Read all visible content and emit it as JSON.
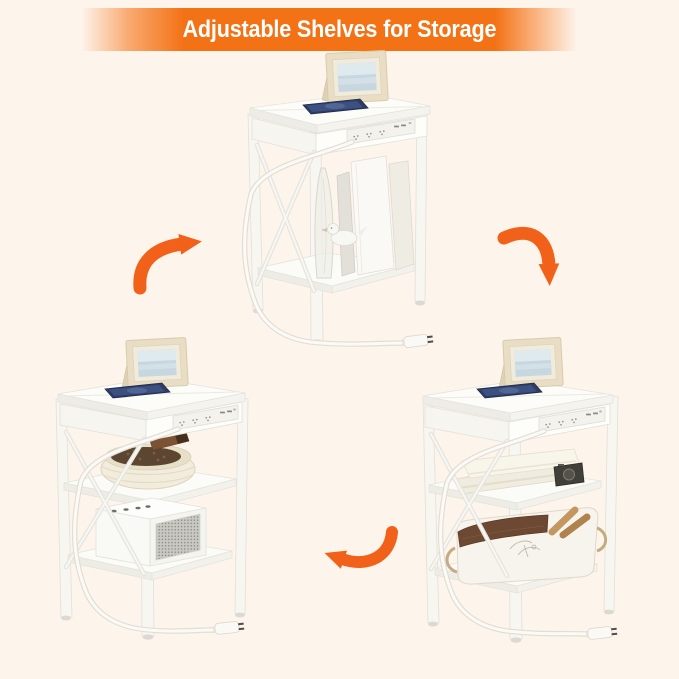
{
  "banner": {
    "text": "Adjustable Shelves for Storage"
  },
  "colors": {
    "background": "#FDF4EB",
    "banner_orange": "#F47216",
    "banner_text": "#FFFFFF",
    "arrow_orange": "#F2611A",
    "furniture_white": "#FCFCF9",
    "furniture_shade": "#EEECE6"
  },
  "arrows": [
    {
      "name": "arrow-curve-up-right",
      "position": "left-middle"
    },
    {
      "name": "arrow-curve-down",
      "position": "right-middle"
    },
    {
      "name": "arrow-curve-up-left",
      "position": "bottom-center"
    }
  ],
  "tables": {
    "top_center": {
      "tabletop_items": [
        "picture-frame",
        "smartphone"
      ],
      "front_panel": {
        "outlets": 3,
        "usb_ports": 2
      },
      "shelves": [
        {
          "position": "bottom",
          "items": [
            "standing-books",
            "bird-figurine",
            "glass-sculpture"
          ]
        }
      ],
      "accessory": "power-cord-with-plug"
    },
    "bottom_left": {
      "tabletop_items": [
        "picture-frame",
        "smartphone"
      ],
      "front_panel": {
        "outlets": 3,
        "usb_ports": 2
      },
      "shelves": [
        {
          "position": "middle",
          "items": [
            "rope-basket",
            "wooden-brush"
          ]
        },
        {
          "position": "lower",
          "items": [
            "speaker"
          ]
        }
      ],
      "accessory": "power-cord-with-plug"
    },
    "bottom_right": {
      "tabletop_items": [
        "picture-frame",
        "smartphone"
      ],
      "front_panel": {
        "outlets": 3,
        "usb_ports": 2
      },
      "shelves": [
        {
          "position": "upper-middle",
          "items": [
            "book-stack",
            "camera"
          ]
        },
        {
          "position": "lower",
          "items": [
            "fabric-basket",
            "wooden-utensils"
          ]
        }
      ],
      "accessory": "power-cord-with-plug"
    }
  }
}
